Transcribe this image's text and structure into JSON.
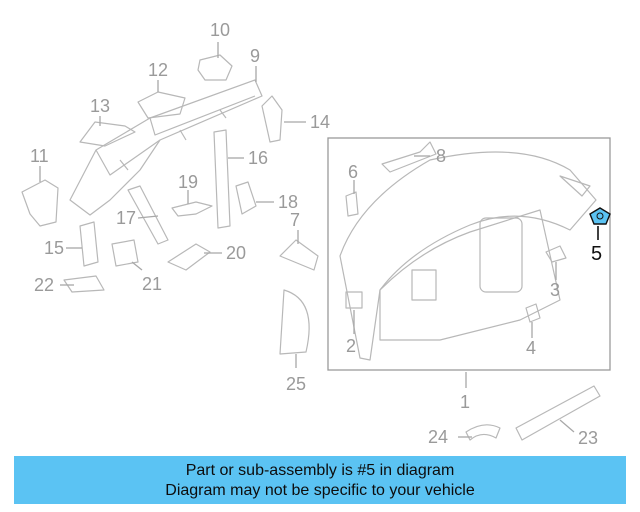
{
  "callouts": {
    "c1": "1",
    "c2": "2",
    "c3": "3",
    "c4": "4",
    "c5": "5",
    "c6": "6",
    "c7": "7",
    "c8": "8",
    "c9": "9",
    "c10": "10",
    "c11": "11",
    "c12": "12",
    "c13": "13",
    "c14": "14",
    "c15": "15",
    "c16": "16",
    "c17": "17",
    "c18": "18",
    "c19": "19",
    "c20": "20",
    "c21": "21",
    "c22": "22",
    "c23": "23",
    "c24": "24",
    "c25": "25"
  },
  "highlight": {
    "part": "5",
    "color": "#5bc3f3"
  },
  "banner": {
    "line1": "Part or sub-assembly is #5 in diagram",
    "line2": "Diagram may not be specific to your vehicle",
    "background": "#5bc3f3"
  }
}
